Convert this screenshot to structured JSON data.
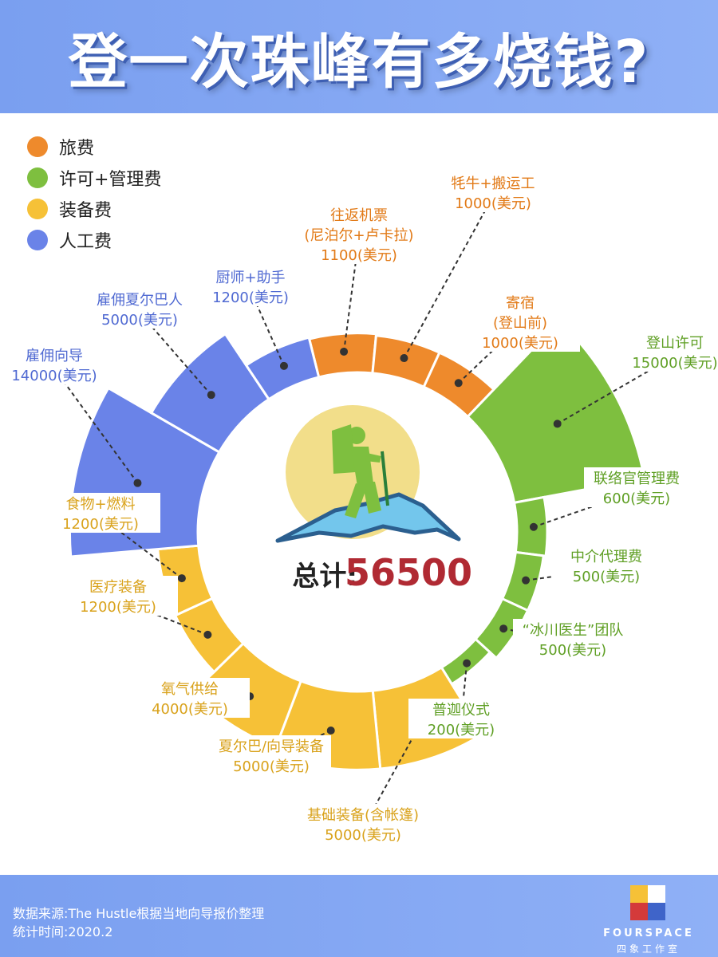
{
  "title": "登一次珠峰有多烧钱?",
  "colors": {
    "travel": "#ee8a2c",
    "permit": "#7ebf3f",
    "equipment": "#f6c137",
    "labor": "#6a83e8",
    "header": "#86a8f4",
    "total": "#b02a33"
  },
  "legend": [
    {
      "label": "旅费",
      "color": "#ee8a2c"
    },
    {
      "label": "许可+管理费",
      "color": "#7ebf3f"
    },
    {
      "label": "装备费",
      "color": "#f6c137"
    },
    {
      "label": "人工费",
      "color": "#6a83e8"
    }
  ],
  "total": {
    "label": "总计:",
    "value": "56500"
  },
  "footer": {
    "source": "数据来源:The Hustle根据当地向导报价整理",
    "time": "统计时间:2020.2"
  },
  "logo": {
    "word": "FOURSPACE",
    "sub": "四象工作室"
  },
  "chart_data": {
    "type": "pie",
    "total": 56500,
    "unit": "美元",
    "segments": [
      {
        "category": "旅费",
        "label_lines": [
          "往返机票",
          "(尼泊尔+卢卡拉)",
          "1100(美元)"
        ],
        "value": 1100,
        "color": "#ee8a2c"
      },
      {
        "category": "旅费",
        "label_lines": [
          "牦牛+搬运工",
          "1000(美元)"
        ],
        "value": 1000,
        "color": "#ee8a2c"
      },
      {
        "category": "旅费",
        "label_lines": [
          "寄宿",
          "(登山前)",
          "1000(美元)"
        ],
        "value": 1000,
        "color": "#ee8a2c"
      },
      {
        "category": "许可+管理费",
        "label_lines": [
          "登山许可",
          "15000(美元)"
        ],
        "value": 15000,
        "color": "#7ebf3f"
      },
      {
        "category": "许可+管理费",
        "label_lines": [
          "联络官管理费",
          "600(美元)"
        ],
        "value": 600,
        "color": "#7ebf3f"
      },
      {
        "category": "许可+管理费",
        "label_lines": [
          "中介代理费",
          "500(美元)"
        ],
        "value": 500,
        "color": "#7ebf3f"
      },
      {
        "category": "许可+管理费",
        "label_lines": [
          "“冰川医生”团队",
          "500(美元)"
        ],
        "value": 500,
        "color": "#7ebf3f"
      },
      {
        "category": "许可+管理费",
        "label_lines": [
          "普迦仪式",
          "200(美元)"
        ],
        "value": 200,
        "color": "#7ebf3f"
      },
      {
        "category": "装备费",
        "label_lines": [
          "基础装备(含帐篷)",
          "5000(美元)"
        ],
        "value": 5000,
        "color": "#f6c137"
      },
      {
        "category": "装备费",
        "label_lines": [
          "夏尔巴/向导装备",
          "5000(美元)"
        ],
        "value": 5000,
        "color": "#f6c137"
      },
      {
        "category": "装备费",
        "label_lines": [
          "氧气供给",
          "4000(美元)"
        ],
        "value": 4000,
        "color": "#f6c137"
      },
      {
        "category": "装备费",
        "label_lines": [
          "医疗装备",
          "1200(美元)"
        ],
        "value": 1200,
        "color": "#f6c137"
      },
      {
        "category": "装备费",
        "label_lines": [
          "食物+燃料",
          "1200(美元)"
        ],
        "value": 1200,
        "color": "#f6c137"
      },
      {
        "category": "人工费",
        "label_lines": [
          "雇佣向导",
          "14000(美元)"
        ],
        "value": 14000,
        "color": "#6a83e8"
      },
      {
        "category": "人工费",
        "label_lines": [
          "雇佣夏尔巴人",
          "5000(美元)"
        ],
        "value": 5000,
        "color": "#6a83e8"
      },
      {
        "category": "人工费",
        "label_lines": [
          "厨师+助手",
          "1200(美元)"
        ],
        "value": 1200,
        "color": "#6a83e8"
      }
    ]
  }
}
